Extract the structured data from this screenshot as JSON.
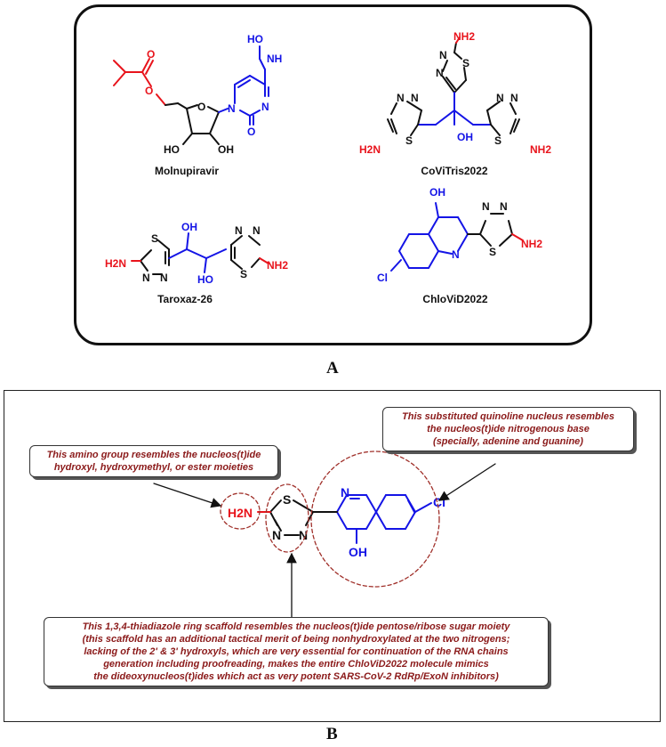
{
  "panel_a": {
    "label": "A",
    "molecules": [
      {
        "name": "Molnupiravir"
      },
      {
        "name": "CoViTris2022"
      },
      {
        "name": "Taroxaz-26"
      },
      {
        "name": "ChloViD2022"
      }
    ]
  },
  "panel_b": {
    "label": "B",
    "callouts": {
      "amino": [
        "This amino group resembles the nucleos(t)ide",
        "hydroxyl, hydroxymethyl, or ester moieties"
      ],
      "quinoline": [
        "This substituted quinoline nucleus resembles",
        "the nucleos(t)ide nitrogenous base",
        "(specially, adenine and guanine)"
      ],
      "thiadiazole": [
        "This 1,3,4-thiadiazole ring scaffold resembles the nucleos(t)ide pentose/ribose sugar moiety",
        "(this scaffold has an additional tactical merit of being nonhydroxylated at the two nitrogens;",
        "lacking of the 2' & 3' hydroxyls, which are very essential for continuation of the RNA chains",
        "generation including proofreading, makes the entire ChloViD2022 molecule mimics",
        "the dideoxynucleos(t)ides which act as very potent SARS-CoV-2 RdRp/ExoN inhibitors)"
      ]
    }
  },
  "atom_labels": {
    "hydroxyl": "OH",
    "amine": "NH2",
    "hydroxyl_left": "HO",
    "amine_left": "H2N",
    "oxygen": "O",
    "nitrogen": "N",
    "sulfur": "S",
    "chlorine": "Cl",
    "nh": "NH",
    "hydroxylamine": "HO"
  },
  "colors": {
    "red": "#e8141c",
    "blue": "#1414e6",
    "black": "#111111",
    "callout_text": "#8b1a1a",
    "dashed_circle": "#a0302a"
  }
}
